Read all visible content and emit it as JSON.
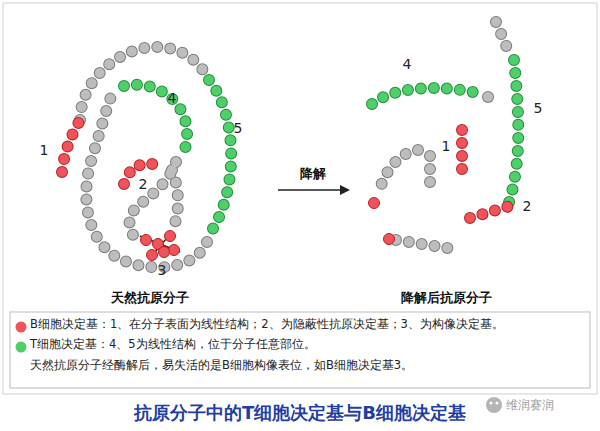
{
  "diagram": {
    "title": "抗原分子中的T细胞决定基与B细胞决定基",
    "labels": [
      "1",
      "2",
      "3",
      "4",
      "5",
      "天然抗原分子",
      "降解",
      "4",
      "5",
      "1",
      "2",
      "降解后抗原分子",
      "天然抗原分子经酶解后，易失活的是B细胞构像表位，如B细胞决定基3。",
      "维润赛润"
    ],
    "legend": [
      {
        "text": "B细胞决定基：1、在分子表面为线性结构；2、为隐蔽性抗原决定基；3、为构像决定基。",
        "color": "#f0545a"
      },
      {
        "text": "T细胞决定基：4、5为线性结构，位于分子任意部位。",
        "color": "#4fcf6a"
      }
    ]
  }
}
